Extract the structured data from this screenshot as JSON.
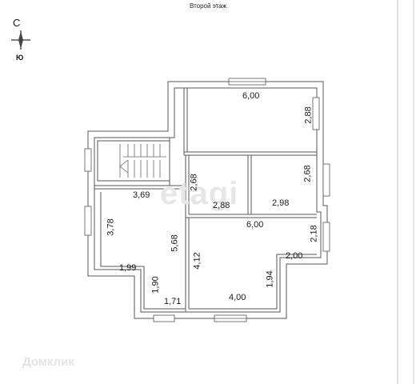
{
  "title": "Второй этаж",
  "compass": {
    "north": "С",
    "south": "Ю",
    "icon": "compass-rose-icon"
  },
  "watermark": "etagi",
  "brand": "Домклик",
  "dimensions": {
    "r1_width": "6,00",
    "r1_height": "2,88",
    "stair_depth": "2,68",
    "hall_width": "2,88",
    "r2_height": "2,68",
    "r2_width": "2,98",
    "left_top": "3,69",
    "left_side": "3,78",
    "left_inner": "5,68",
    "left_step": "1,99",
    "left_niche": "1,90",
    "left_bottom": "1,71",
    "br_top": "6,00",
    "br_side": "2,18",
    "br_step": "2,00",
    "br_left": "4,12",
    "br_niche": "1,94",
    "br_bottom": "4,00"
  }
}
